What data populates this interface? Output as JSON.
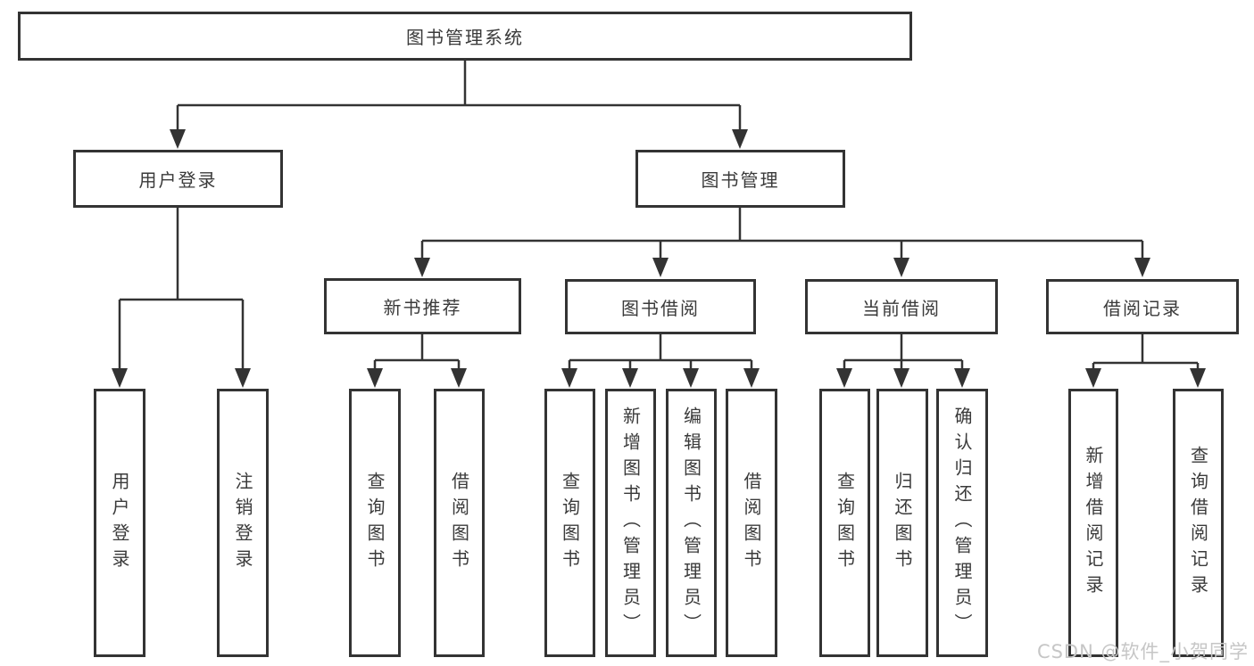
{
  "diagram": {
    "root": {
      "label": "图书管理系统",
      "children": [
        {
          "label": "用户登录",
          "children": [
            {
              "label": "用户登录"
            },
            {
              "label": "注销登录"
            }
          ]
        },
        {
          "label": "图书管理",
          "children": [
            {
              "label": "新书推荐",
              "children": [
                {
                  "label": "查询图书"
                },
                {
                  "label": "借阅图书"
                }
              ]
            },
            {
              "label": "图书借阅",
              "children": [
                {
                  "label": "查询图书"
                },
                {
                  "label": "新增图书（管理员）"
                },
                {
                  "label": "编辑图书（管理员）"
                },
                {
                  "label": "借阅图书"
                }
              ]
            },
            {
              "label": "当前借阅",
              "children": [
                {
                  "label": "查询图书"
                },
                {
                  "label": "归还图书"
                },
                {
                  "label": "确认归还（管理员）"
                }
              ]
            },
            {
              "label": "借阅记录",
              "children": [
                {
                  "label": "新增借阅记录"
                },
                {
                  "label": "查询借阅记录"
                }
              ]
            }
          ]
        }
      ]
    }
  },
  "watermark": "CSDN @软件_小贺同学",
  "colors": {
    "line": "#333333",
    "text": "#3a3a3a",
    "box_fill": "#ffffff",
    "watermark": "#c6c6c6",
    "background": "#ffffff"
  }
}
